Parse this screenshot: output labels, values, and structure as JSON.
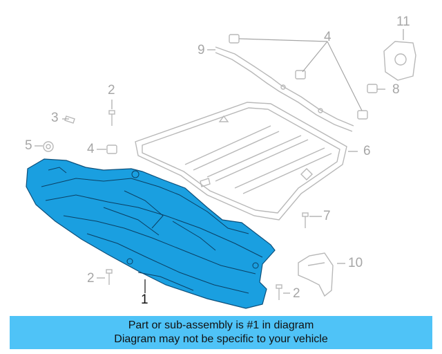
{
  "callouts": {
    "c1": "1",
    "c2a": "2",
    "c2b": "2",
    "c2c": "2",
    "c3": "3",
    "c4a": "4",
    "c4b": "4",
    "c5": "5",
    "c6": "6",
    "c7": "7",
    "c8": "8",
    "c9": "9",
    "c10": "10",
    "c11": "11"
  },
  "banner": {
    "line1": "Part or sub-assembly is #1 in diagram",
    "line2": "Diagram may not be specific to your vehicle"
  },
  "colors": {
    "highlight": "#1a9fe0",
    "banner": "#4fc3f7",
    "outline": "#b0b0b0",
    "callout_text": "#a6a6a6"
  }
}
